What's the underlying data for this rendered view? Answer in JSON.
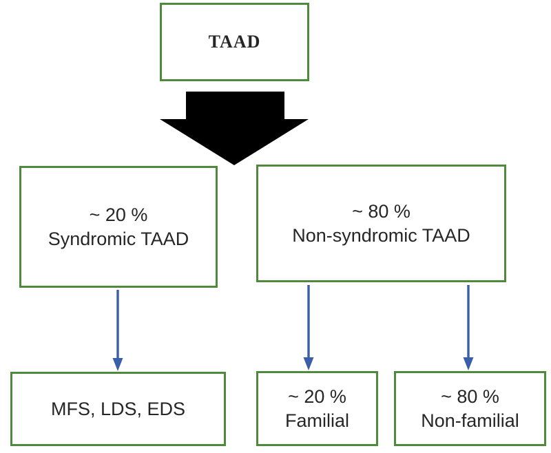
{
  "colors": {
    "box-border": "#4f8a3c",
    "arrow-black": "#000000",
    "arrow-blue": "#3a5fa8",
    "text": "#262626",
    "bg": "#ffffff"
  },
  "nodes": {
    "root": {
      "label": "TAAD"
    },
    "syndromic": {
      "line1": "~ 20 %",
      "line2": "Syndromic TAAD"
    },
    "non_syndromic": {
      "line1": "~ 80 %",
      "line2": "Non-syndromic TAAD"
    },
    "syndromic_types": {
      "label": "MFS, LDS, EDS"
    },
    "familial": {
      "line1": "~ 20 %",
      "line2": "Familial"
    },
    "non_familial": {
      "line1": "~ 80 %",
      "line2": "Non-familial"
    }
  }
}
